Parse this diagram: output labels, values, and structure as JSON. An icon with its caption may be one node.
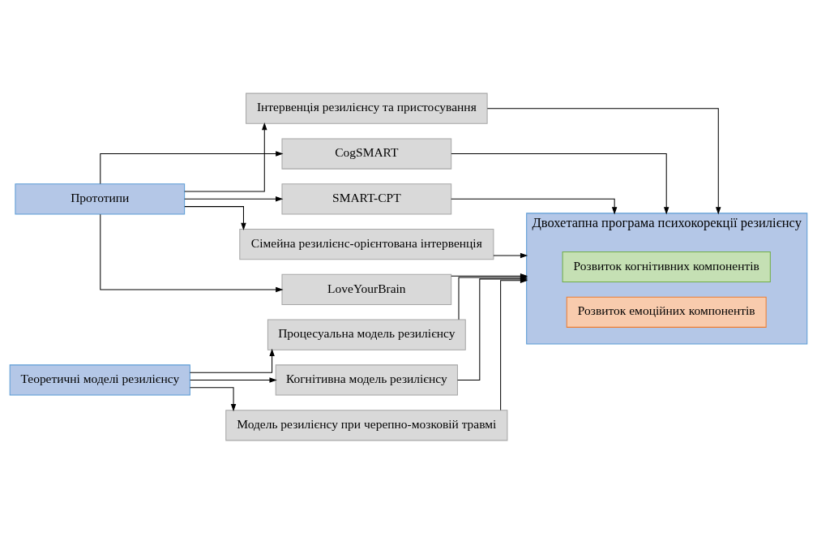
{
  "diagram": {
    "nodes": [
      {
        "text": [
          "Прототипи"
        ]
      },
      {
        "text": [
          "Інтервенція резилієнсу та пристосування"
        ]
      },
      {
        "text": [
          "CogSMART"
        ]
      },
      {
        "text": [
          "SMART-CPT"
        ]
      },
      {
        "text": [
          "Сімейна резилієнс-орієнтована інтервенція"
        ]
      },
      {
        "text": [
          "LoveYourBrain"
        ]
      },
      {
        "text": [
          "Теоретичні моделі резилієнсу"
        ]
      },
      {
        "text": [
          "Процесуальна модель резилієнсу"
        ]
      },
      {
        "text": [
          "Когнітивна модель резилієнсу"
        ]
      },
      {
        "text": [
          "Модель резилієнсу при черепно-мозковій травмі"
        ]
      },
      {
        "text": [
          "Двохетапна програма психокорекції резилієнсу"
        ]
      },
      {
        "text": [
          "Розвиток когнітивних компонентів"
        ],
        "in": 10
      },
      {
        "text": [
          "Розвиток емоційних компонентів"
        ],
        "in": 10
      }
    ],
    "edges": [
      {
        "from": 0,
        "to": 1,
        "arrow": "to"
      },
      {
        "from": 0,
        "to": 2,
        "arrow": "to"
      },
      {
        "from": 0,
        "to": 3,
        "arrow": "to"
      },
      {
        "from": 0,
        "to": 4,
        "arrow": "to"
      },
      {
        "from": 0,
        "to": 5,
        "arrow": "to"
      },
      {
        "from": 6,
        "to": 7,
        "arrow": "to"
      },
      {
        "from": 6,
        "to": 8,
        "arrow": "to"
      },
      {
        "from": 6,
        "to": 9,
        "arrow": "to"
      },
      {
        "from": 1,
        "to": 10,
        "arrow": "to"
      },
      {
        "from": 2,
        "to": 10,
        "arrow": "to"
      },
      {
        "from": 3,
        "to": 10,
        "arrow": "to"
      },
      {
        "from": 4,
        "to": 10,
        "arrow": "to"
      },
      {
        "from": 5,
        "to": 10,
        "arrow": "to"
      },
      {
        "from": 7,
        "to": 10,
        "arrow": "to"
      },
      {
        "from": 8,
        "to": 10,
        "arrow": "to"
      },
      {
        "from": 9,
        "to": 10,
        "arrow": "to"
      }
    ]
  }
}
